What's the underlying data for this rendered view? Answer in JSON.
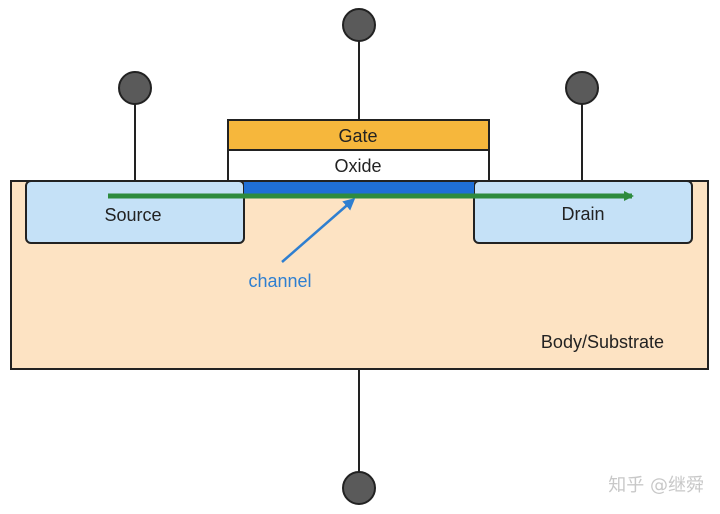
{
  "labels": {
    "gate": "Gate",
    "oxide": "Oxide",
    "source": "Source",
    "drain": "Drain",
    "channel": "channel",
    "body": "Body/Substrate"
  },
  "watermark": "知乎 @继舜",
  "colors": {
    "substrate_fill": "#fde3c3",
    "well_fill": "#c5e1f7",
    "gate_fill": "#f6b73c",
    "oxide_fill": "#ffffff",
    "channel_fill": "#1f6fd6",
    "current_arrow": "#2e8b3e",
    "channel_pointer": "#2f7fd0",
    "channel_text": "#2f7fd0",
    "terminal": "#5a5a5a",
    "outline": "#222222"
  },
  "icons": {
    "terminals": [
      "gate-terminal-icon",
      "source-terminal-icon",
      "drain-terminal-icon",
      "body-terminal-icon"
    ],
    "arrows": [
      "current-flow-arrow-icon",
      "channel-pointer-arrow-icon"
    ]
  }
}
